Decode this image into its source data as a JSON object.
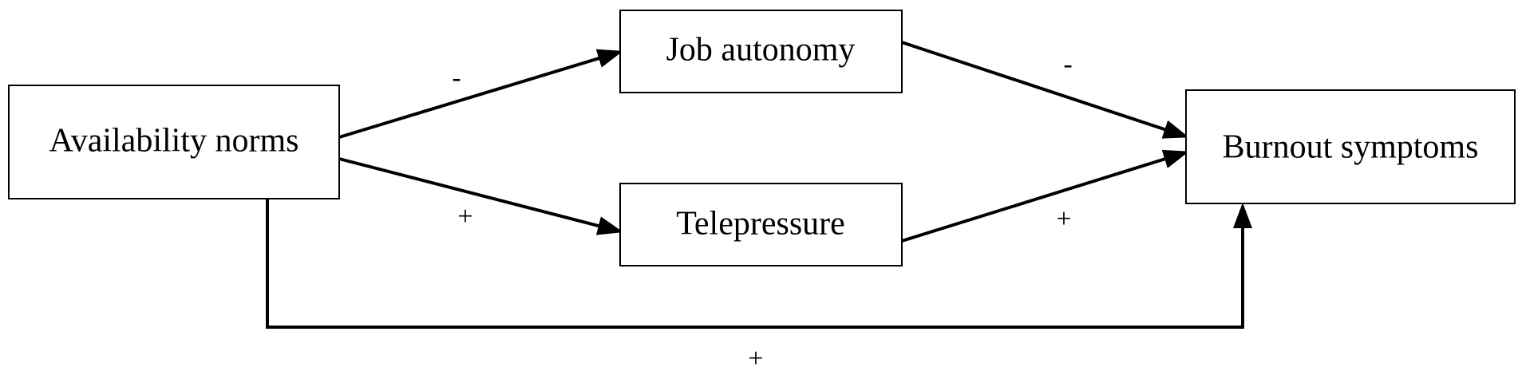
{
  "nodes": {
    "availability": {
      "label": "Availability norms"
    },
    "autonomy": {
      "label": "Job autonomy"
    },
    "telepressure": {
      "label": "Telepressure"
    },
    "burnout": {
      "label": "Burnout symptoms"
    }
  },
  "edges": {
    "availability_to_autonomy": {
      "sign": "-"
    },
    "availability_to_telepressure": {
      "sign": "+"
    },
    "autonomy_to_burnout": {
      "sign": "-"
    },
    "telepressure_to_burnout": {
      "sign": "+"
    },
    "availability_to_burnout": {
      "sign": "+"
    }
  }
}
